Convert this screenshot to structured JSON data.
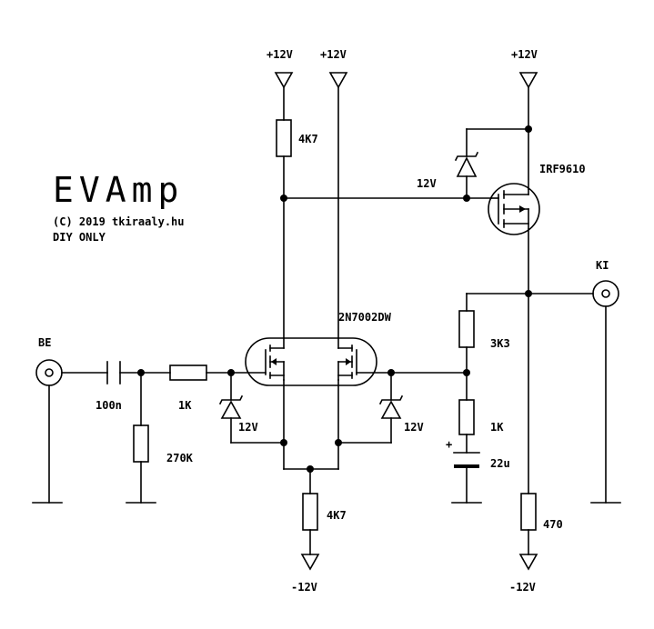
{
  "title": "EVAmp",
  "copyright": "(C) 2019 tkiraaly.hu",
  "note": "DIY ONLY",
  "labels": {
    "pwr_a": "+12V",
    "pwr_b": "+12V",
    "pwr_c": "+12V",
    "neg_a": "-12V",
    "neg_b": "-12V",
    "r_4k7_top": "4K7",
    "r_4k7_bottom": "4K7",
    "r_1k_in": "1K",
    "r_270k": "270K",
    "r_3k3": "3K3",
    "r_1k_fb": "1K",
    "r_470": "470",
    "c_100n": "100n",
    "c_22u": "22u",
    "c_plus": "+",
    "z_top": "12V",
    "z_left": "12V",
    "z_right": "12V",
    "q_dual": "2N7002DW",
    "q_p": "IRF9610",
    "in": "BE",
    "out": "KI"
  }
}
